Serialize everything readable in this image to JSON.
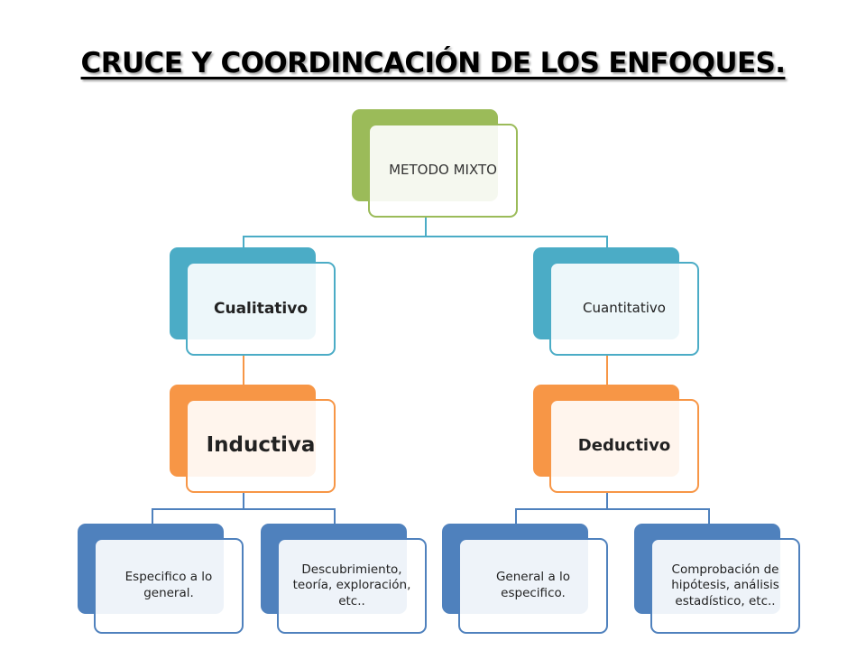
{
  "title": "CRUCE Y COORDINCACIÓN DE LOS ENFOQUES.",
  "diagram": {
    "root": "METODO MIXTO",
    "branches": [
      {
        "label": "Cualitativo",
        "method": "Inductiva",
        "details": [
          "Especifico a lo general.",
          "Descubrimiento, teoría, exploración, etc.."
        ]
      },
      {
        "label": "Cuantitativo",
        "method": "Deductivo",
        "details": [
          "General a lo especifico.",
          "Comprobación de hipótesis, análisis estadístico, etc.."
        ]
      }
    ]
  },
  "colors": {
    "root": "#9bbb59",
    "level1": "#4bacc6",
    "level2": "#f79646",
    "level3": "#4f81bd"
  }
}
